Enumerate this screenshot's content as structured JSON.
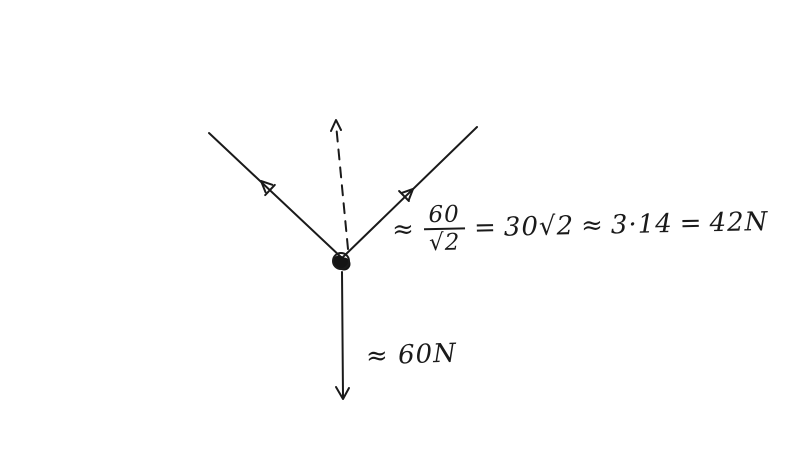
{
  "canvas": {
    "background_color": "#ffffff",
    "ink_color": "#1a1a1a"
  },
  "labels": {
    "tension": {
      "approx1": "≈",
      "frac_num": "60",
      "frac_den": "√2",
      "eq1": "=",
      "expr1": "30√2",
      "approx2": "≈",
      "expr2": "3·14",
      "eq2": "=",
      "result": "42N"
    },
    "weight": "≈ 60N"
  }
}
